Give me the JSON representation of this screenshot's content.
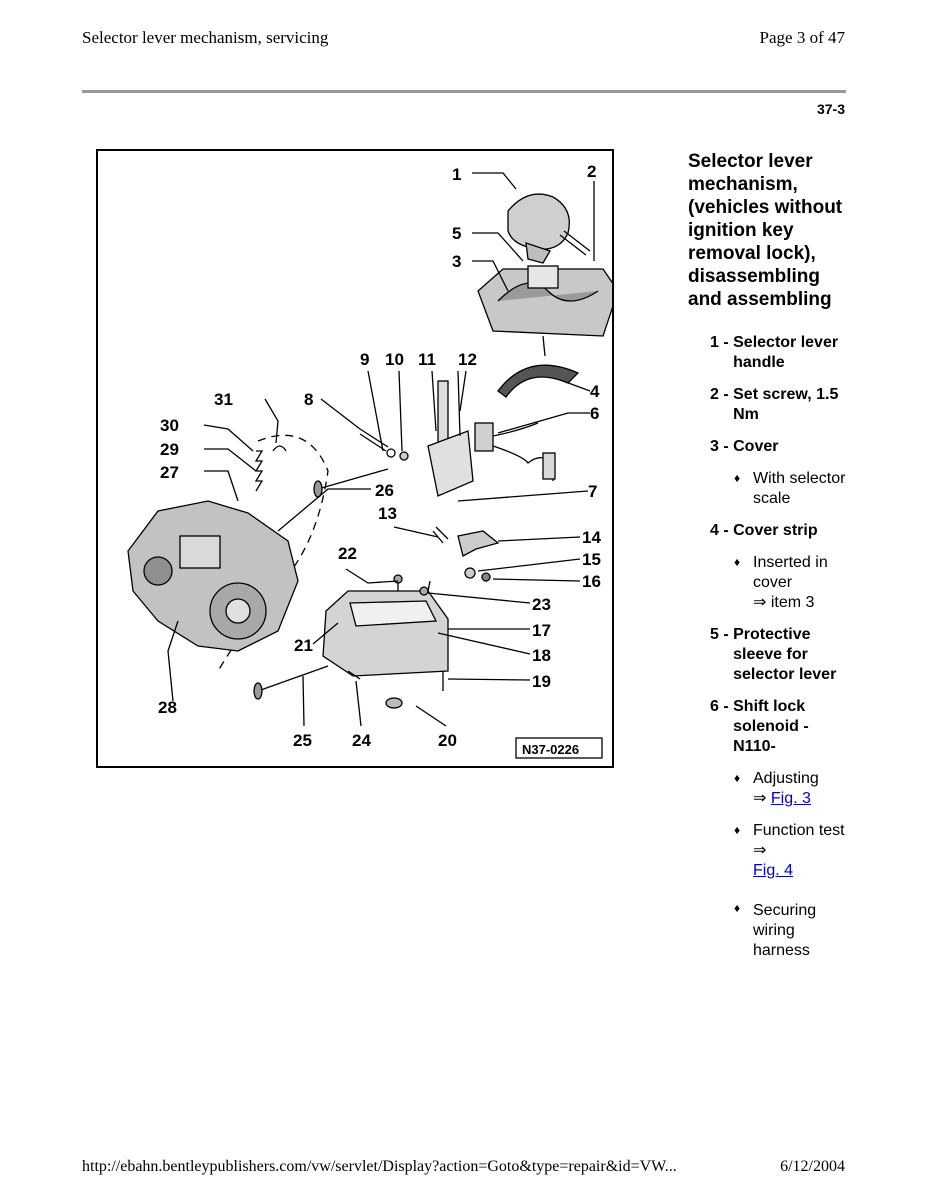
{
  "header": {
    "title": "Selector lever mechanism, servicing",
    "page": "Page 3 of 47"
  },
  "page_code": "37-3",
  "figure": {
    "code": "N37-0226",
    "callouts": [
      "1",
      "2",
      "3",
      "4",
      "5",
      "6",
      "7",
      "8",
      "9",
      "10",
      "11",
      "12",
      "13",
      "14",
      "15",
      "16",
      "17",
      "18",
      "19",
      "20",
      "21",
      "22",
      "23",
      "24",
      "25",
      "26",
      "27",
      "28",
      "29",
      "30",
      "31"
    ]
  },
  "side": {
    "title": "Selector lever mechanism, (vehicles without ignition key removal lock), disassembling and assembling",
    "items": [
      {
        "num": "1 - ",
        "text": "Selector lever handle"
      },
      {
        "num": "2 - ",
        "text": "Set screw, 1.5 Nm"
      },
      {
        "num": "3 - ",
        "text": "Cover"
      },
      {
        "num": "4 - ",
        "text": "Cover strip"
      },
      {
        "num": "5 - ",
        "text": "Protective sleeve for selector lever"
      },
      {
        "num": "6 - ",
        "text": "Shift lock solenoid - N110-"
      }
    ],
    "notes": {
      "with_scale": "With selector scale",
      "inserted": "Inserted in cover",
      "item3": "⇒ item 3",
      "adjusting": "Adjusting",
      "arrow": "⇒",
      "fig3": "Fig. 3",
      "function_test": "Function test ⇒",
      "fig4": "Fig. 4",
      "securing": "Securing wiring harness"
    },
    "bullet_glyph": "♦"
  },
  "footer": {
    "url": "http://ebahn.bentleypublishers.com/vw/servlet/Display?action=Goto&type=repair&id=VW...",
    "date": "6/12/2004"
  }
}
